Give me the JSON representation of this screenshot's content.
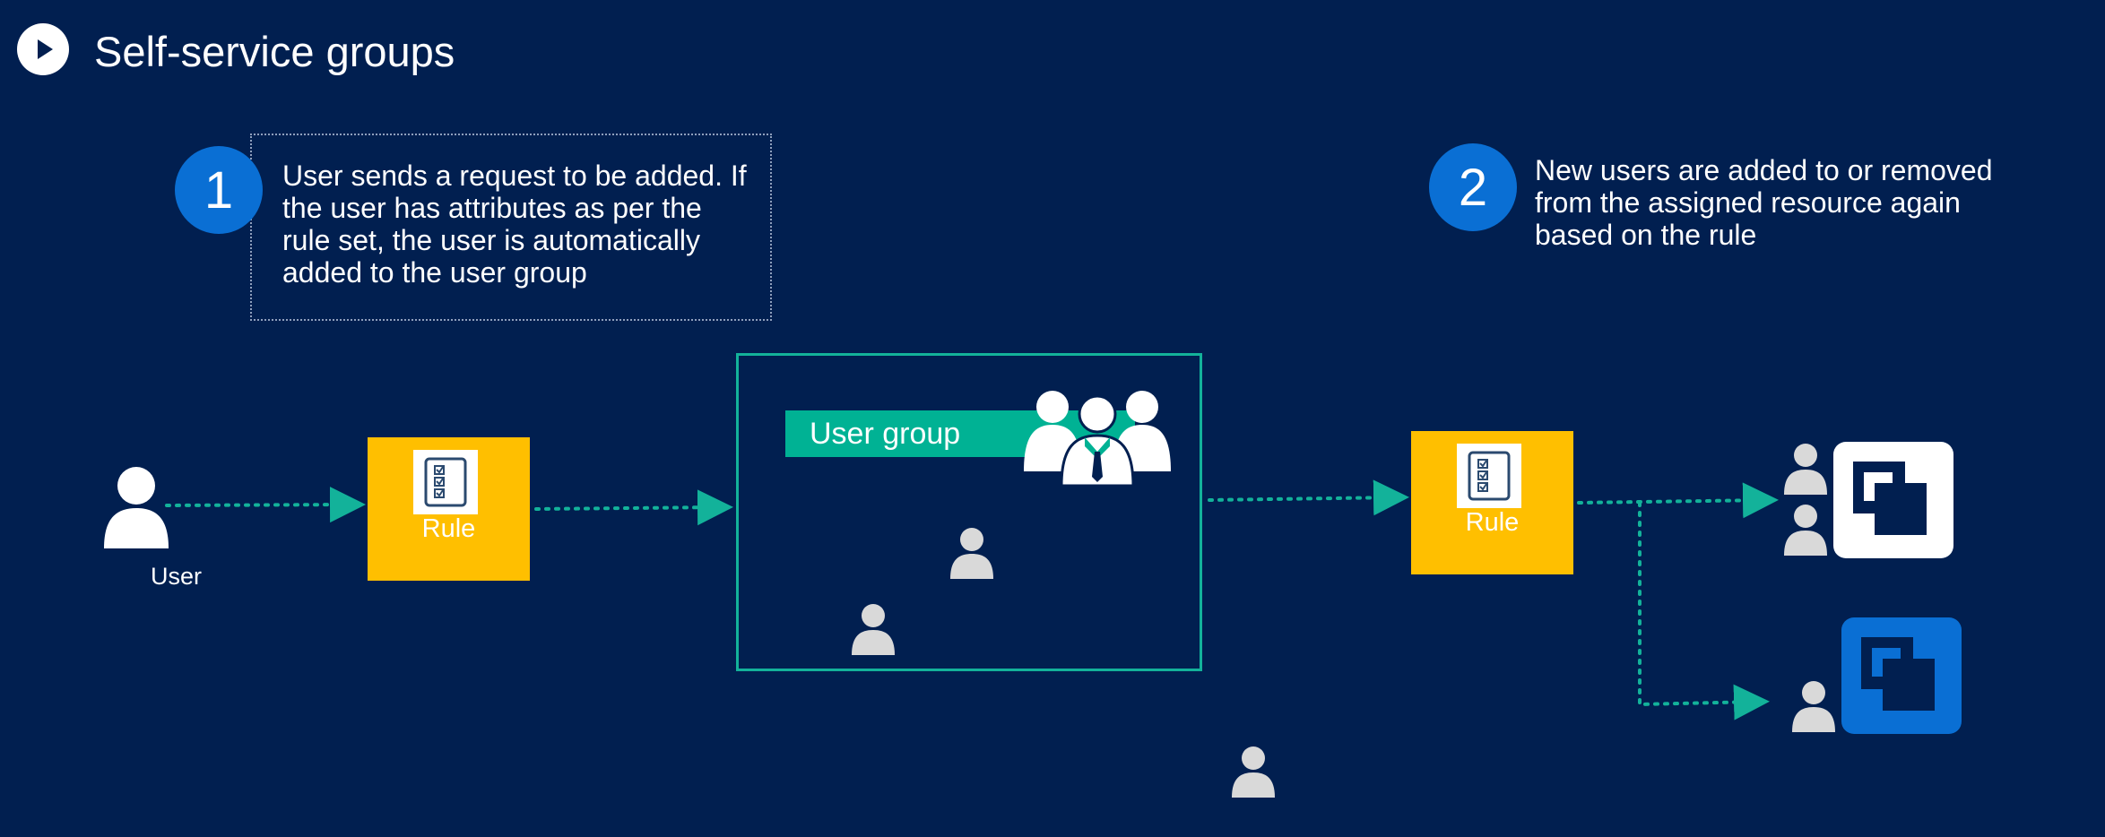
{
  "header": {
    "title": "Self-service groups",
    "icon": "play-circle-icon"
  },
  "steps": [
    {
      "number": "1",
      "text": "User sends a request to be added. If the user has attributes as per the rule set, the user is automatically added to the user group"
    },
    {
      "number": "2",
      "text": "New users are added to or removed from the assigned resource again based on the rule"
    }
  ],
  "user": {
    "label": "User"
  },
  "rules": [
    {
      "label": "Rule"
    },
    {
      "label": "Rule"
    }
  ],
  "group": {
    "label": "User group"
  },
  "colors": {
    "background": "#011f50",
    "accent_blue": "#0a6fd4",
    "rule_yellow": "#ffbf00",
    "teal": "#00b294",
    "person_gray": "#d9d9d9"
  }
}
